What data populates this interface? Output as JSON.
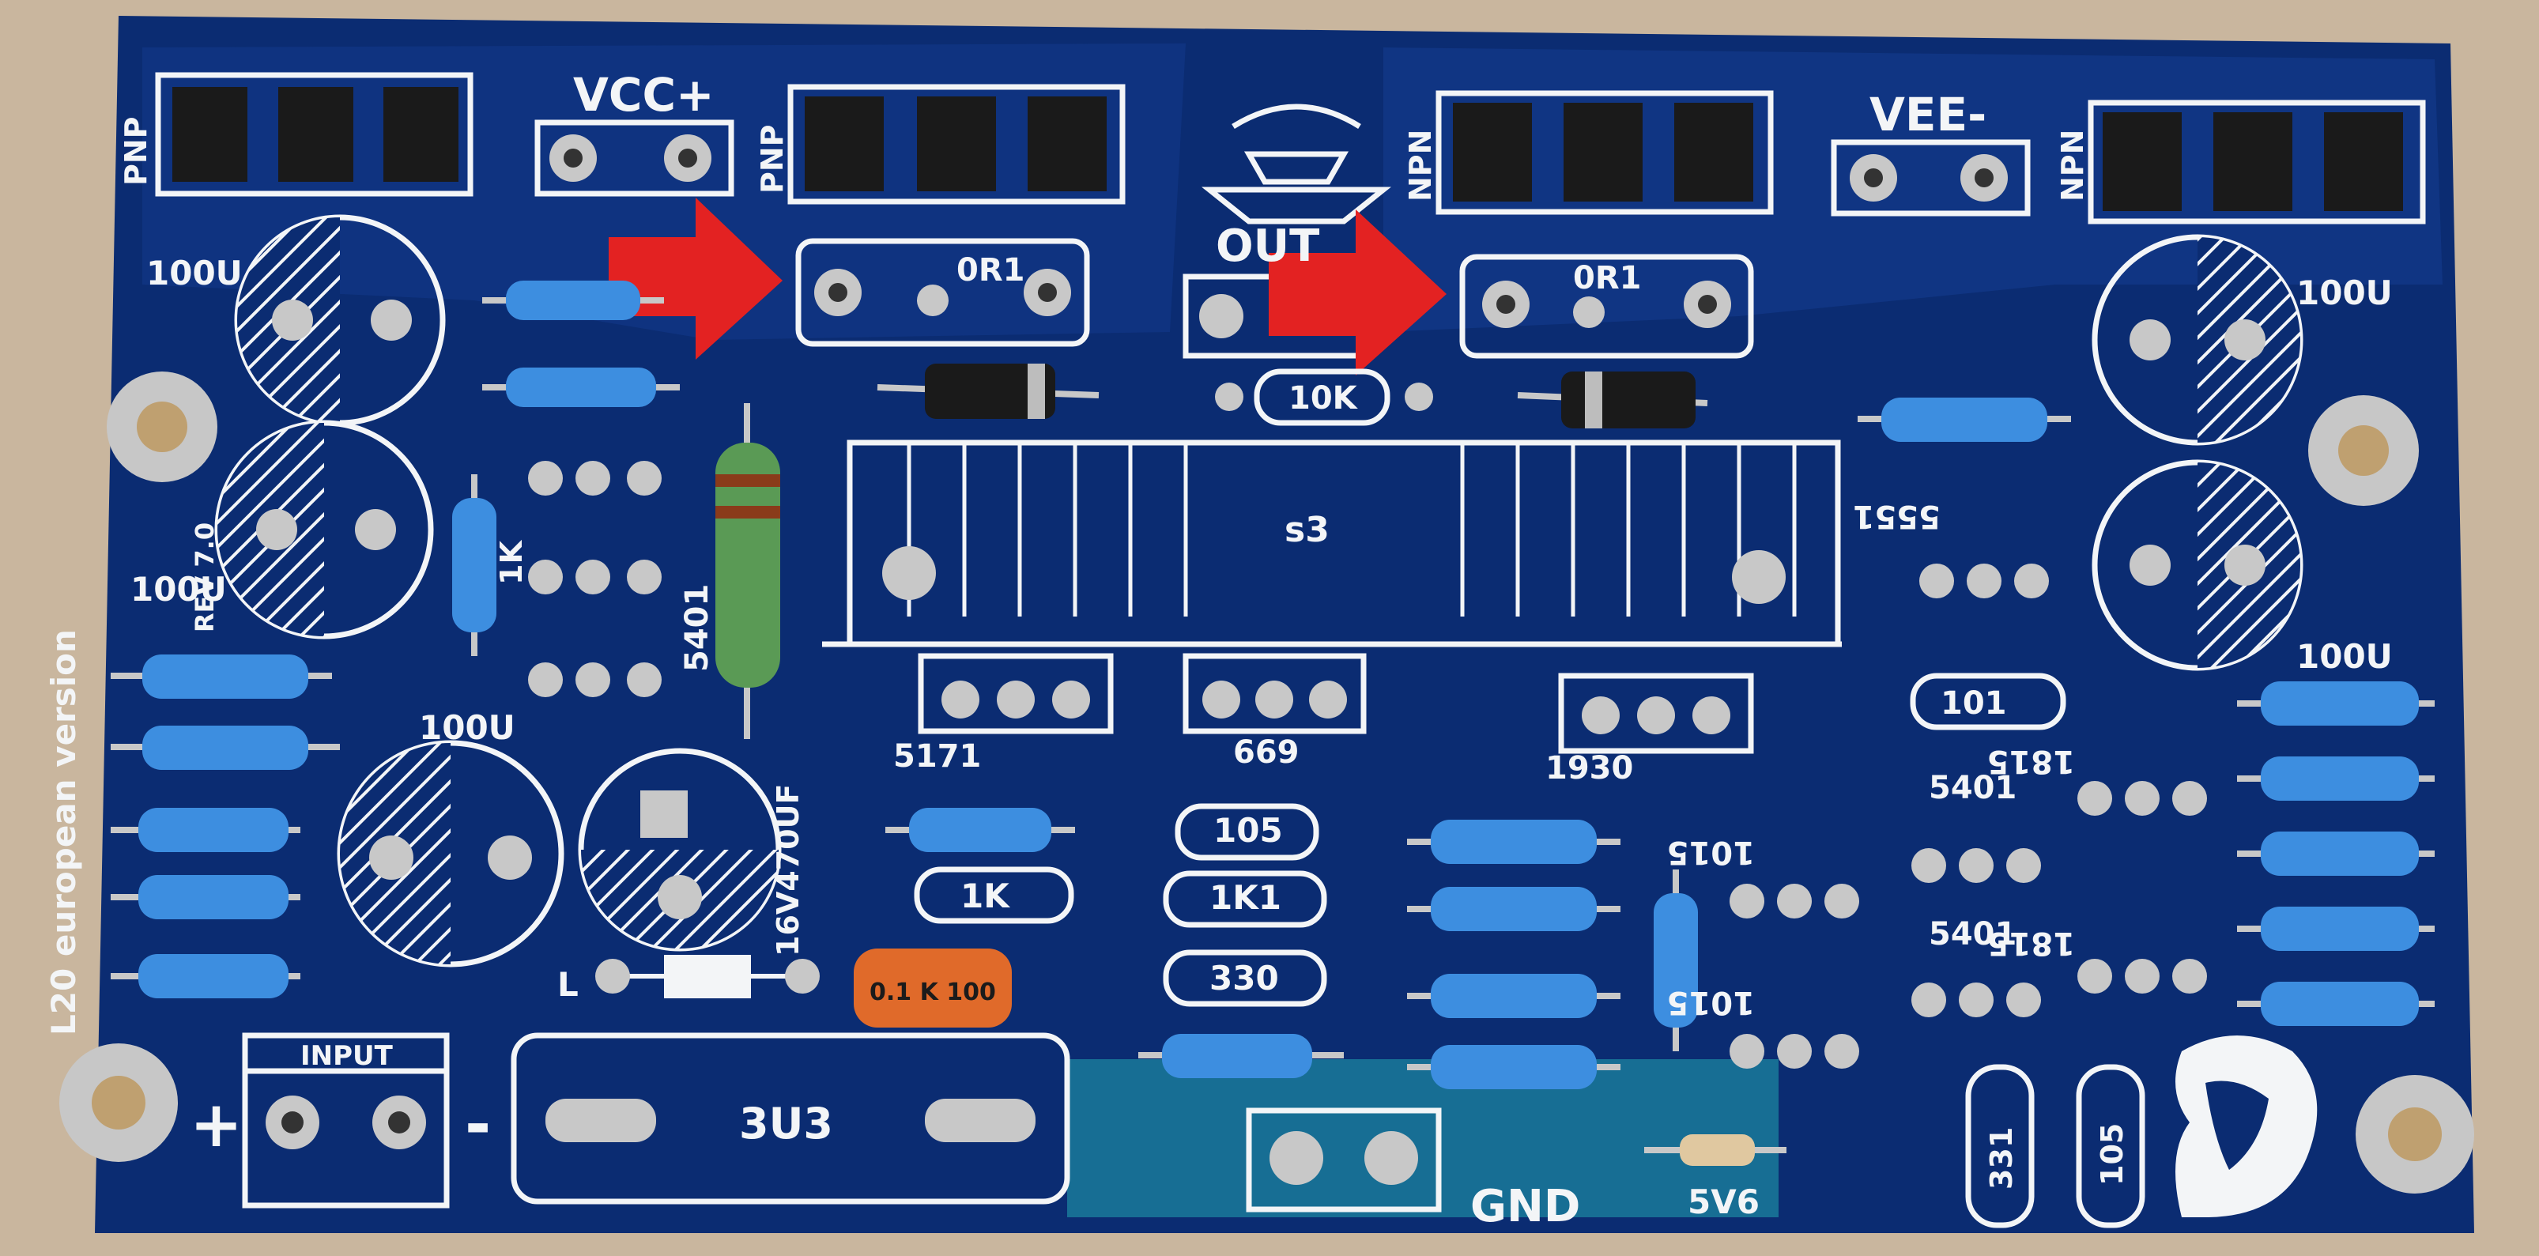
{
  "board": {
    "side_text": "L20 european version",
    "rev_text": "REV 7.0"
  },
  "labels": {
    "vcc": "VCC+",
    "vee": "VEE-",
    "out": "OUT",
    "gnd": "GND",
    "input": "INPUT",
    "plus": "+",
    "minus": "-",
    "pnp": "PNP",
    "npn": "NPN",
    "or1": "0R1",
    "cap_100u": "100U",
    "cap_470u": "16V470UF",
    "r_10k": "10K",
    "r_1k": "1K",
    "r_1k1": "1K1",
    "r_330": "330",
    "ic_5401": "5401",
    "ic_5551": "5551",
    "ic_5171": "5171",
    "ic_669": "669",
    "ic_1930": "1930",
    "ic_1815": "1815",
    "ic_1015": "1015",
    "val_105": "105",
    "val_101": "101",
    "val_331": "331",
    "val_3u3": "3U3",
    "zener": "5V6",
    "heatsink": "s3",
    "inductor": "L",
    "capacitor_print": "0.1\nK 100"
  },
  "colors": {
    "pcb": "#0a2a6e",
    "silkscreen": "#f3f5f7",
    "arrow": "#e32222",
    "pad": "#c8c8c8",
    "background": "#c9b69e"
  }
}
